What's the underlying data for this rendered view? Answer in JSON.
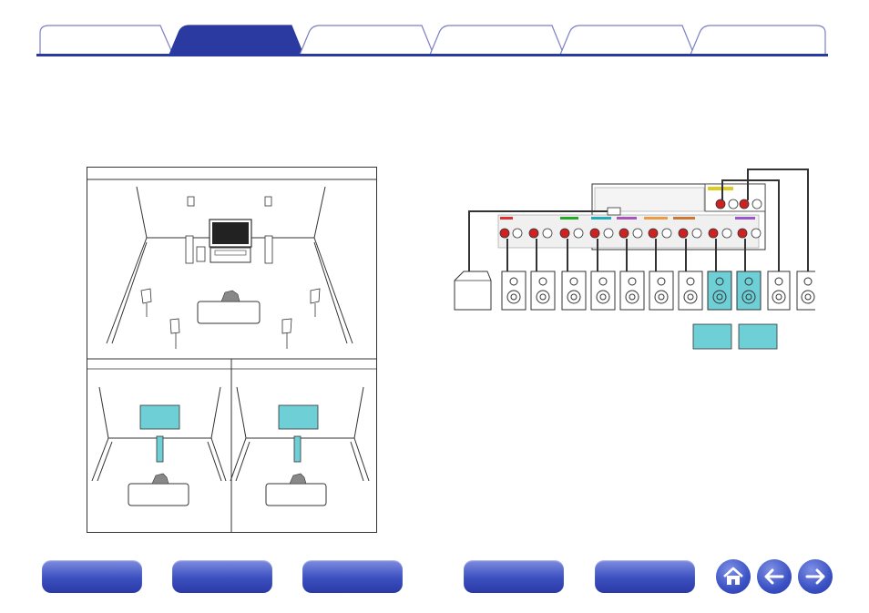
{
  "tabs": [
    {
      "id": "tab-1",
      "active": false
    },
    {
      "id": "tab-2",
      "active": true
    },
    {
      "id": "tab-3",
      "active": false
    },
    {
      "id": "tab-4",
      "active": false
    },
    {
      "id": "tab-5",
      "active": false
    },
    {
      "id": "tab-6",
      "active": false
    }
  ],
  "bottom_nav": {
    "buttons": 5,
    "icons": [
      "home-icon",
      "arrow-left-icon",
      "arrow-right-icon"
    ]
  },
  "colors": {
    "accent": "#2b3aa0",
    "tab_border": "#7a7fc4",
    "highlight_speaker": "#6fcfd6",
    "line": "#333333"
  }
}
